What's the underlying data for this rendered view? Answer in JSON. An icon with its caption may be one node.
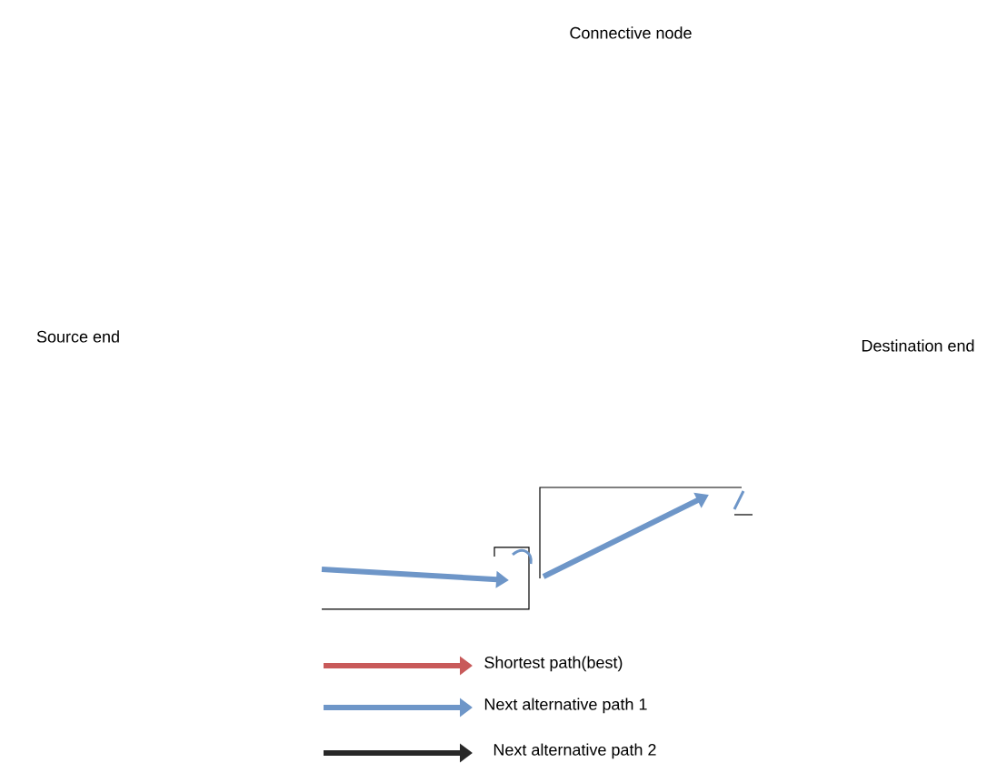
{
  "diagram": {
    "labels": [
      "Connective node",
      "Source end",
      "Destination end"
    ],
    "legend": [
      {
        "text": "Shortest path(best)"
      },
      {
        "text": "Next alternative path 1"
      },
      {
        "text": "Next alternative path 2"
      }
    ]
  }
}
